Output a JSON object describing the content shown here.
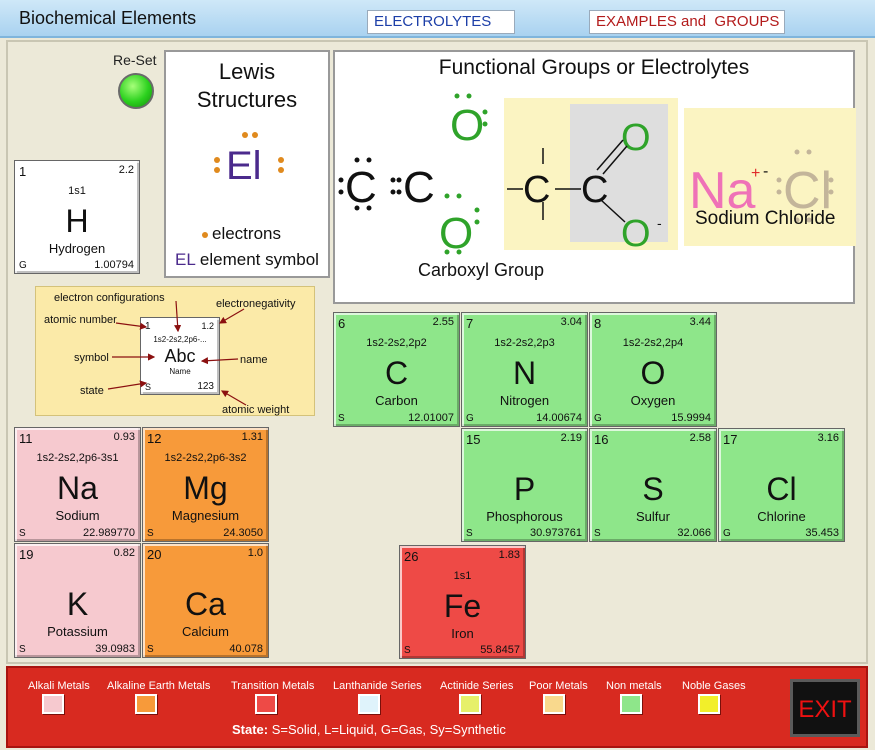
{
  "app": {
    "title": "Biochemical Elements"
  },
  "tabs": {
    "electrolytes": "ELECTROLYTES",
    "examples": "EXAMPLES and  GROUPS"
  },
  "reset": {
    "label": "Re-Set"
  },
  "lewis": {
    "title": "Lewis\nStructures",
    "symbol": "El",
    "legend_dot": "electrons",
    "legend_el_prefix": "EL",
    "legend_el_text": " element symbol"
  },
  "functional": {
    "title": "Functional Groups or Electrolytes",
    "carboxyl_caption": "Carboxyl Group",
    "sodium_caption": "Sodium Chloride",
    "c_letter": "C",
    "o_letter": "O",
    "na": "Na",
    "cl": "Cl",
    "plus": "+",
    "minus": "-"
  },
  "key": {
    "labels": {
      "config": "electron configurations",
      "electroneg": "electronegativity",
      "atomic_number": "atomic number",
      "symbol": "symbol",
      "name": "name",
      "state": "state",
      "weight": "atomic weight"
    },
    "tile": {
      "num": "1",
      "en": "1.2",
      "conf": "1s2-2s2,2p6-...",
      "sym": "Abc",
      "name": "Name",
      "state": "S",
      "wt": "123"
    }
  },
  "elements": {
    "H": {
      "num": "1",
      "en": "2.2",
      "conf": "1s1",
      "sym": "H",
      "name": "Hydrogen",
      "state": "G",
      "wt": "1.00794",
      "color": "#ffffff"
    },
    "C": {
      "num": "6",
      "en": "2.55",
      "conf": "1s2-2s2,2p2",
      "sym": "C",
      "name": "Carbon",
      "state": "S",
      "wt": "12.01007",
      "color": "#8ee68a"
    },
    "N": {
      "num": "7",
      "en": "3.04",
      "conf": "1s2-2s2,2p3",
      "sym": "N",
      "name": "Nitrogen",
      "state": "G",
      "wt": "14.00674",
      "color": "#8ee68a"
    },
    "O": {
      "num": "8",
      "en": "3.44",
      "conf": "1s2-2s2,2p4",
      "sym": "O",
      "name": "Oxygen",
      "state": "G",
      "wt": "15.9994",
      "color": "#8ee68a"
    },
    "P": {
      "num": "15",
      "en": "2.19",
      "conf": "",
      "sym": "P",
      "name": "Phosphorous",
      "state": "S",
      "wt": "30.973761",
      "color": "#8ee68a"
    },
    "S": {
      "num": "16",
      "en": "2.58",
      "conf": "",
      "sym": "S",
      "name": "Sulfur",
      "state": "S",
      "wt": "32.066",
      "color": "#8ee68a"
    },
    "Cl": {
      "num": "17",
      "en": "3.16",
      "conf": "",
      "sym": "Cl",
      "name": "Chlorine",
      "state": "G",
      "wt": "35.453",
      "color": "#8ee68a"
    },
    "Na": {
      "num": "11",
      "en": "0.93",
      "conf": "1s2-2s2,2p6-3s1",
      "sym": "Na",
      "name": "Sodium",
      "state": "S",
      "wt": "22.989770",
      "color": "#f6c9cf"
    },
    "Mg": {
      "num": "12",
      "en": "1.31",
      "conf": "1s2-2s2,2p6-3s2",
      "sym": "Mg",
      "name": "Magnesium",
      "state": "S",
      "wt": "24.3050",
      "color": "#f79a3a"
    },
    "K": {
      "num": "19",
      "en": "0.82",
      "conf": "",
      "sym": "K",
      "name": "Potassium",
      "state": "S",
      "wt": "39.0983",
      "color": "#f6c9cf"
    },
    "Ca": {
      "num": "20",
      "en": "1.0",
      "conf": "",
      "sym": "Ca",
      "name": "Calcium",
      "state": "S",
      "wt": "40.078",
      "color": "#f79a3a"
    },
    "Fe": {
      "num": "26",
      "en": "1.83",
      "conf": "1s1",
      "sym": "Fe",
      "name": "Iron",
      "state": "S",
      "wt": "55.8457",
      "color": "#ee4a46"
    }
  },
  "legend": {
    "alkali": {
      "label": "Alkali Metals",
      "color": "#f6c9cf"
    },
    "alkaline": {
      "label": "Alkaline Earth Metals",
      "color": "#f79a3a"
    },
    "transition": {
      "label": "Transition Metals",
      "color": "#ee4a46"
    },
    "lanthanide": {
      "label": "Lanthanide Series",
      "color": "#dff3fb"
    },
    "actinide": {
      "label": "Actinide Series",
      "color": "#e6f06a"
    },
    "poor": {
      "label": "Poor Metals",
      "color": "#f9d98d"
    },
    "nonmetals": {
      "label": "Non metals",
      "color": "#8ee68a"
    },
    "noble": {
      "label": "Noble Gases",
      "color": "#f2ef2a"
    }
  },
  "state_legend": {
    "prefix": "State:",
    "text": " S=Solid, L=Liquid, G=Gas, Sy=Synthetic"
  },
  "exit": {
    "label": "EXIT"
  },
  "colors": {
    "carboxyl_green": "#2fa32a",
    "sodium_pink": "#ef72b7",
    "chlorine_tan": "#c3b59a",
    "lewis_purple": "#4b2a8c",
    "electron_orange": "#e08a1e"
  }
}
